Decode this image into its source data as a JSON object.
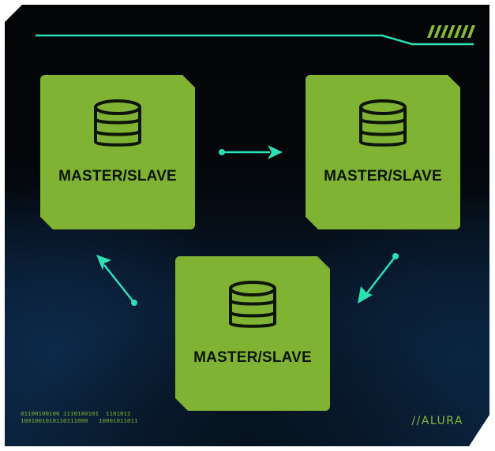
{
  "colors": {
    "accent_line": "#2de0b4",
    "node_fill": "#80b233",
    "node_text": "#0c1508",
    "stripes": "#86b83a",
    "binary_text": "#86b83a",
    "brand_text": "#86b83a",
    "background_dark": "#030406",
    "background_blue": "#0d2a4a"
  },
  "header": {
    "decor": "stripes-decoration"
  },
  "nodes": [
    {
      "id": "top-left",
      "label": "MASTER/SLAVE",
      "icon": "database-icon"
    },
    {
      "id": "top-right",
      "label": "MASTER/SLAVE",
      "icon": "database-icon"
    },
    {
      "id": "bottom",
      "label": "MASTER/SLAVE",
      "icon": "database-icon"
    }
  ],
  "edges": [
    {
      "from": "top-left",
      "to": "top-right"
    },
    {
      "from": "top-right",
      "to": "bottom"
    },
    {
      "from": "bottom",
      "to": "top-left"
    }
  ],
  "footer": {
    "binary_line_1": "01100100100 1110100101  1101011",
    "binary_line_2": "1001001010110111000   10001011011",
    "brand": "//ALURA"
  }
}
